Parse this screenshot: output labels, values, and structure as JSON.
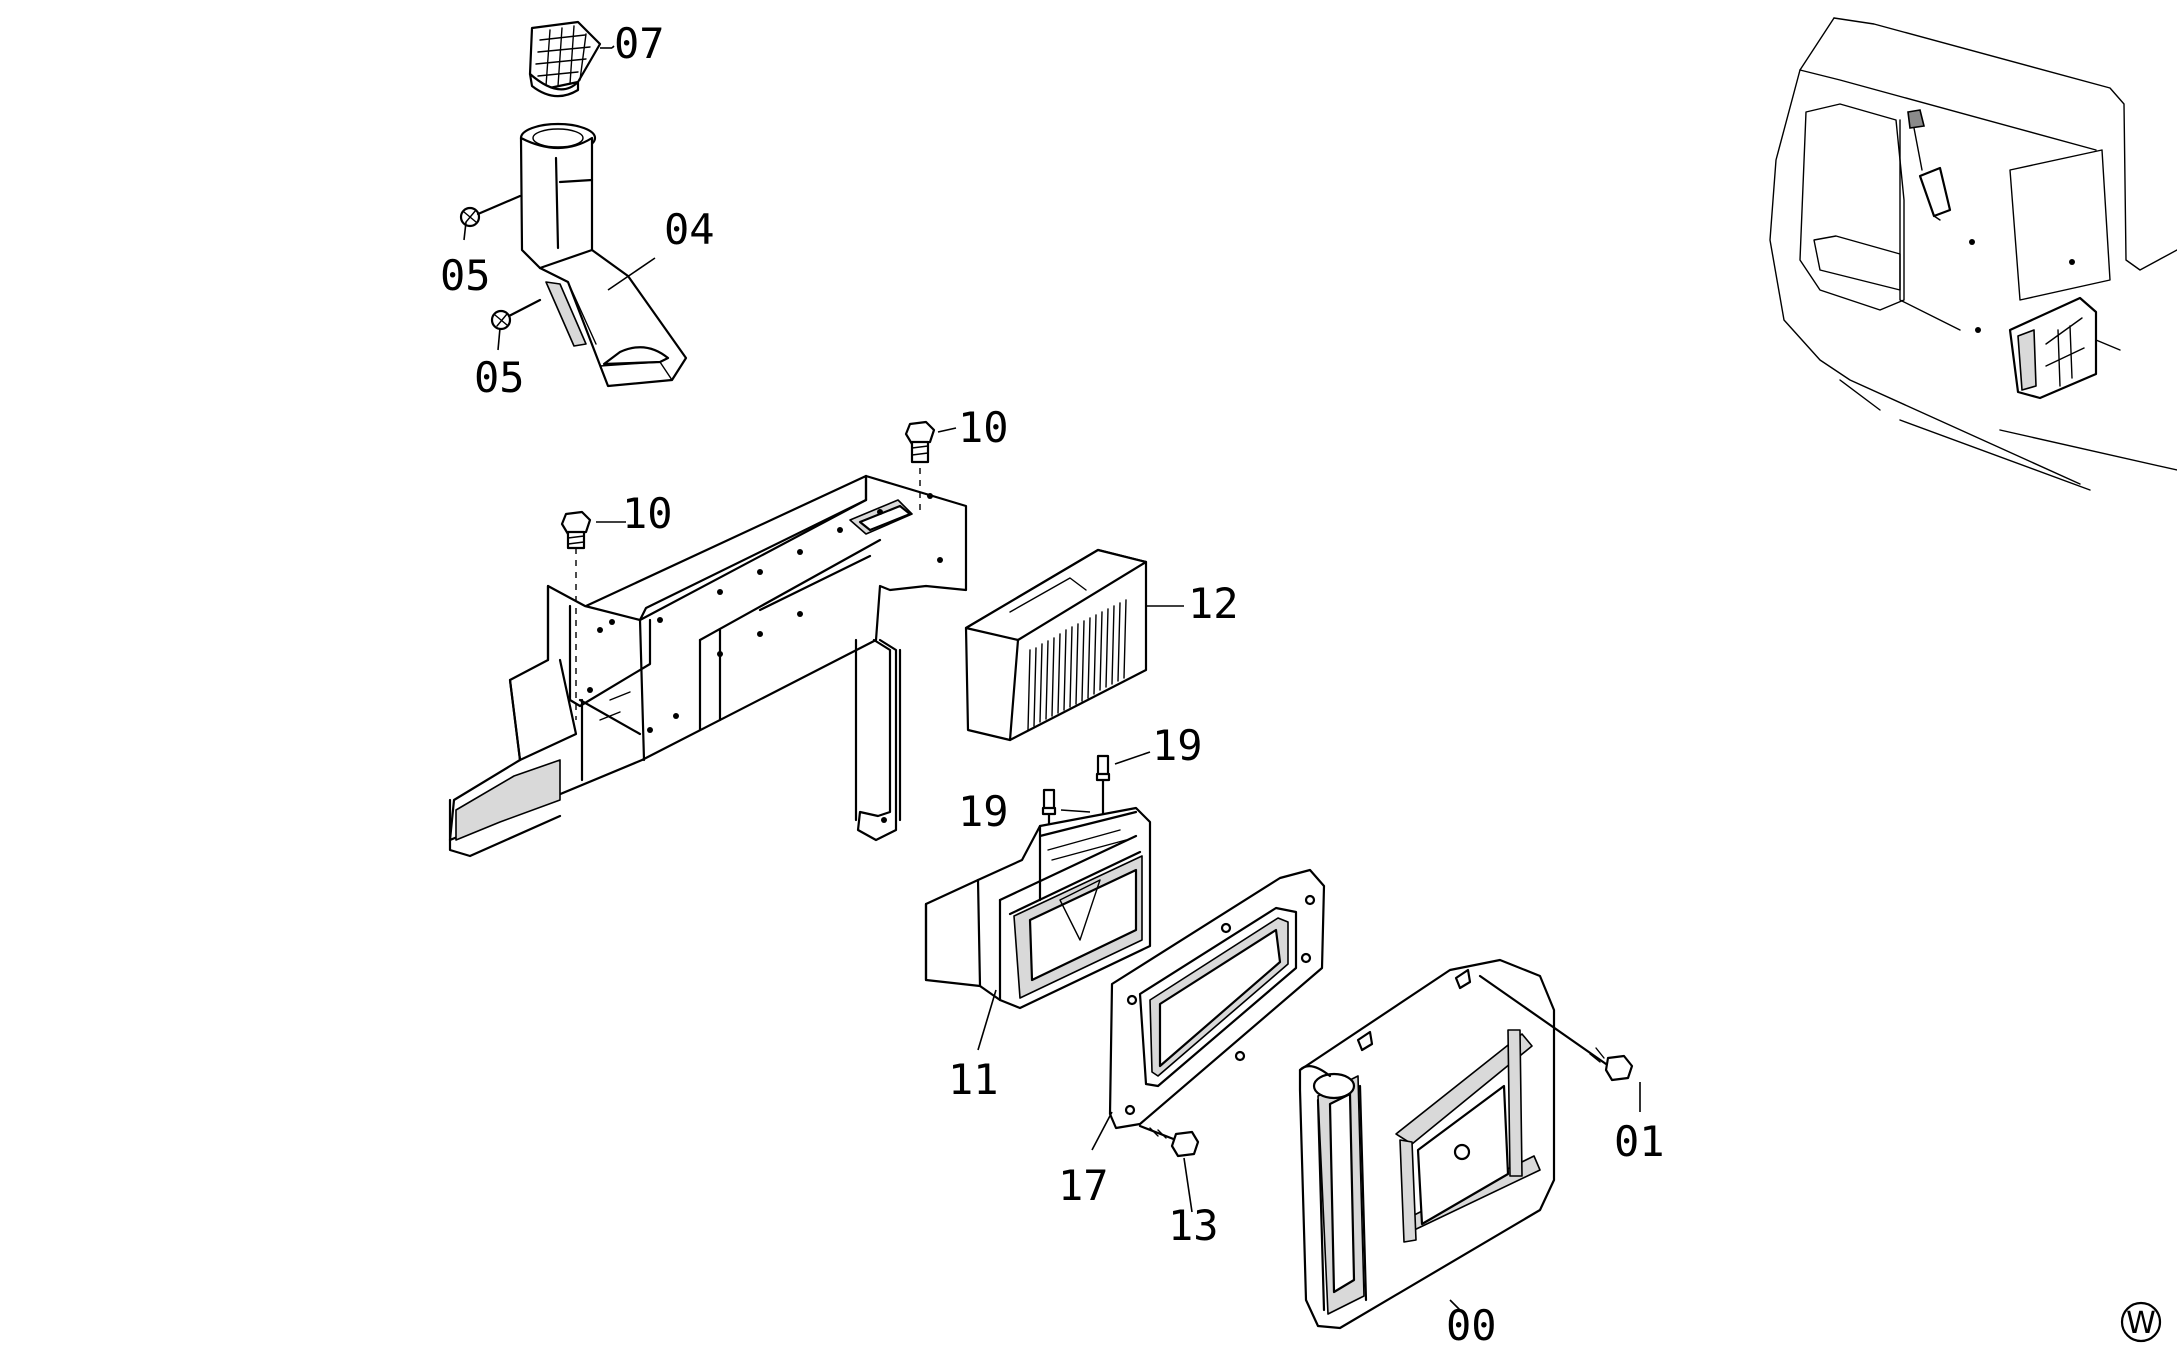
{
  "diagram": {
    "labels": {
      "p00": "00",
      "p01": "01",
      "p04": "04",
      "p05a": "05",
      "p05b": "05",
      "p07": "07",
      "p10a": "10",
      "p10b": "10",
      "p11": "11",
      "p12": "12",
      "p13": "13",
      "p17": "17",
      "p19a": "19",
      "p19b": "19"
    },
    "view_marker": "W"
  }
}
